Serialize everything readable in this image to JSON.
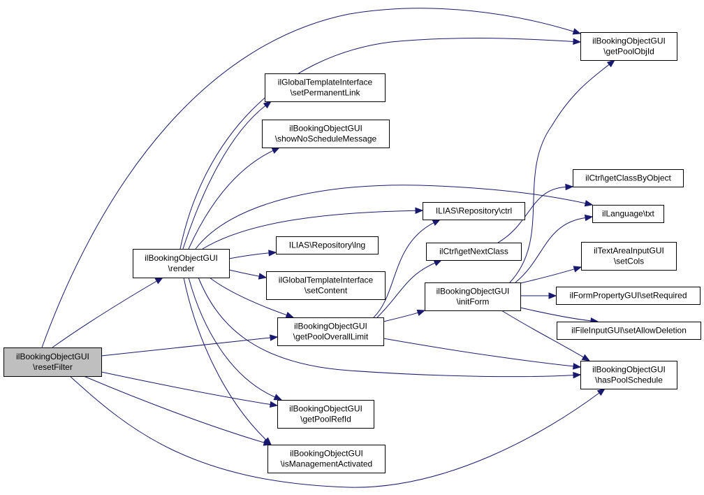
{
  "diagram": {
    "title": "Call graph of ilBookingObjectGUI\\resetFilter",
    "colors": {
      "edge": "#191970",
      "root_fill": "#bfbfbf",
      "node_fill": "#ffffff",
      "node_border": "#000000"
    },
    "nodes": [
      {
        "id": "resetFilter",
        "lines": [
          "ilBookingObjectGUI",
          "\\resetFilter"
        ],
        "root": true
      },
      {
        "id": "render",
        "lines": [
          "ilBookingObjectGUI",
          "\\render"
        ]
      },
      {
        "id": "setPermanentLink",
        "lines": [
          "ilGlobalTemplateInterface",
          "\\setPermanentLink"
        ]
      },
      {
        "id": "showNoScheduleMessage",
        "lines": [
          "ilBookingObjectGUI",
          "\\showNoScheduleMessage"
        ]
      },
      {
        "id": "repoCtrl",
        "lines": [
          "ILIAS\\Repository\\ctrl"
        ]
      },
      {
        "id": "repoLng",
        "lines": [
          "ILIAS\\Repository\\lng"
        ]
      },
      {
        "id": "setContent",
        "lines": [
          "ilGlobalTemplateInterface",
          "\\setContent"
        ]
      },
      {
        "id": "getPoolOverallLimit",
        "lines": [
          "ilBookingObjectGUI",
          "\\getPoolOverallLimit"
        ]
      },
      {
        "id": "getPoolRefId",
        "lines": [
          "ilBookingObjectGUI",
          "\\getPoolRefId"
        ]
      },
      {
        "id": "isManagementActivated",
        "lines": [
          "ilBookingObjectGUI",
          "\\isManagementActivated"
        ]
      },
      {
        "id": "getNextClass",
        "lines": [
          "ilCtrl\\getNextClass"
        ]
      },
      {
        "id": "initForm",
        "lines": [
          "ilBookingObjectGUI",
          "\\initForm"
        ]
      },
      {
        "id": "getPoolObjId",
        "lines": [
          "ilBookingObjectGUI",
          "\\getPoolObjId"
        ]
      },
      {
        "id": "getClassByObject",
        "lines": [
          "ilCtrl\\getClassByObject"
        ]
      },
      {
        "id": "txt",
        "lines": [
          "ilLanguage\\txt"
        ]
      },
      {
        "id": "setCols",
        "lines": [
          "ilTextAreaInputGUI",
          "\\setCols"
        ]
      },
      {
        "id": "setRequired",
        "lines": [
          "ilFormPropertyGUI\\setRequired"
        ]
      },
      {
        "id": "setAllowDeletion",
        "lines": [
          "ilFileInputGUI\\setAllowDeletion"
        ]
      },
      {
        "id": "hasPoolSchedule",
        "lines": [
          "ilBookingObjectGUI",
          "\\hasPoolSchedule"
        ]
      }
    ],
    "edges": [
      {
        "from": "resetFilter",
        "to": "render"
      },
      {
        "from": "resetFilter",
        "to": "getPoolObjId"
      },
      {
        "from": "resetFilter",
        "to": "getPoolOverallLimit"
      },
      {
        "from": "resetFilter",
        "to": "getPoolRefId"
      },
      {
        "from": "resetFilter",
        "to": "isManagementActivated"
      },
      {
        "from": "resetFilter",
        "to": "hasPoolSchedule"
      },
      {
        "from": "render",
        "to": "getPoolObjId"
      },
      {
        "from": "render",
        "to": "setPermanentLink"
      },
      {
        "from": "render",
        "to": "showNoScheduleMessage"
      },
      {
        "from": "render",
        "to": "txt"
      },
      {
        "from": "render",
        "to": "repoCtrl"
      },
      {
        "from": "render",
        "to": "repoLng"
      },
      {
        "from": "render",
        "to": "setContent"
      },
      {
        "from": "render",
        "to": "getPoolOverallLimit"
      },
      {
        "from": "render",
        "to": "hasPoolSchedule"
      },
      {
        "from": "render",
        "to": "getPoolRefId"
      },
      {
        "from": "render",
        "to": "isManagementActivated"
      },
      {
        "from": "getPoolOverallLimit",
        "to": "repoCtrl"
      },
      {
        "from": "getPoolOverallLimit",
        "to": "getNextClass"
      },
      {
        "from": "getPoolOverallLimit",
        "to": "initForm"
      },
      {
        "from": "getPoolOverallLimit",
        "to": "hasPoolSchedule"
      },
      {
        "from": "getNextClass",
        "to": "getClassByObject"
      },
      {
        "from": "initForm",
        "to": "getPoolObjId"
      },
      {
        "from": "initForm",
        "to": "txt"
      },
      {
        "from": "initForm",
        "to": "setCols"
      },
      {
        "from": "initForm",
        "to": "setRequired"
      },
      {
        "from": "initForm",
        "to": "setAllowDeletion"
      },
      {
        "from": "initForm",
        "to": "hasPoolSchedule"
      }
    ]
  }
}
